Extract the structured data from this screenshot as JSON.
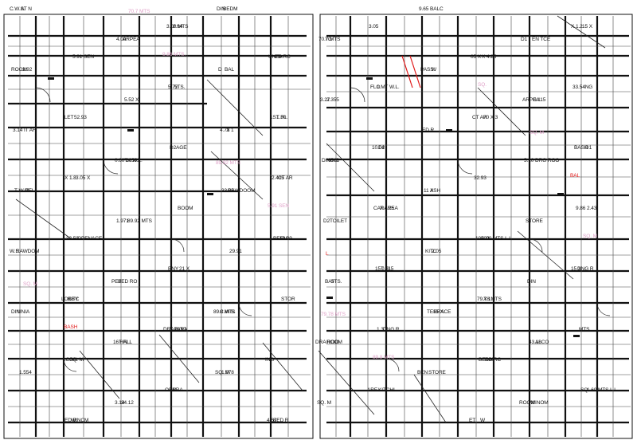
{
  "labels": [
    "C.W.S.",
    "1.MT W.L.",
    "0.60TX W.L.",
    "1.00 MTS L.L.",
    "C.W.S.",
    "1.60 MTS L.L.",
    "TO",
    "ILET",
    "ASH",
    "BNY",
    "ALCO",
    "BED R",
    "ROOM",
    "D2",
    "1.971",
    "X 1.2",
    "1.978",
    "X 1.2",
    "2.355",
    "X 1.8",
    "2.05",
    "T PARA",
    "ROOM",
    "ED RC",
    "3.14",
    "X 4.25",
    "BED RO",
    "RD RC",
    "BEDM",
    "33.54",
    "05 X",
    "33.50",
    "15 X",
    "W",
    "D1",
    "1.30",
    "T W.M",
    "0.115",
    "HALL",
    "ET",
    "BAL",
    "BASH",
    "TOILET",
    "KITC",
    "BEN",
    "2.94",
    "ARPEA",
    "CT AR",
    "RAWDOM",
    "DNG R",
    "34.12",
    "05 X",
    "X 1",
    "9.86",
    "5TS.",
    "SQ. M",
    "9.65",
    "5TS.",
    "5.10",
    "10.29",
    "UNIA",
    "ARE",
    "ARPEA",
    "CT AR",
    "RAWDOOM",
    "DNG R",
    "DRA ROO",
    "WINCM",
    "PASS.",
    "AGE",
    "STORE",
    "STOR",
    "1.554",
    "3.05",
    "5.52 X",
    "32.93",
    "29.91",
    "MTS",
    "SQ. M",
    "5.91 SEN",
    "ED R",
    "BOOM",
    "DIN",
    "ING",
    "AT N",
    "FLO",
    "10501",
    "10502",
    "89.8 MTS",
    "SQ.",
    "70.7 MTS",
    "52.93",
    "11 X",
    "21 X",
    "43.18",
    "4.67",
    "2.92",
    "10.04",
    "89.92 MTS",
    "79.78 MTS",
    "SQ. M",
    "15 X",
    "3.27",
    "3.05 X",
    "KITC",
    "DRA ROO",
    "WINOM",
    "UNEA",
    "IT AF",
    "CARAREA",
    "PET",
    "BEDM",
    "DIN",
    "ING",
    "DINING",
    "OPENACE",
    "TERRACE",
    "OERRA",
    "EN TCE",
    "1ST FL.",
    "TFL.",
    "15T FL.",
    "16T FL.",
    "W",
    "D",
    "D1",
    "D2",
    "LOBBY",
    "STORE",
    "3.00 MTS",
    "0.115",
    "2.405",
    "W.S.",
    "1.3",
    "3.14",
    "X 4.25",
    "4.73",
    "2.43",
    "BAY",
    "LCON",
    "BALC",
    "5.72",
    "DRG ROO",
    "BEEM",
    "DIN",
    "KITCHI",
    "4.00",
    "70 X 3",
    "33.05",
    "15 X",
    "ROOM",
    "ED R",
    "W",
    "D2"
  ],
  "red_labels": [
    "BAL",
    "L",
    "BASH"
  ],
  "pink_labels": [
    "9.86 MTS.",
    "SQ. M",
    "5.91 SEN",
    "SQ. M",
    "89.8 MTS",
    "70.7 MTS",
    "SQ.",
    "89.92 MTS",
    "SQ. M",
    "79.78 MTS"
  ]
}
